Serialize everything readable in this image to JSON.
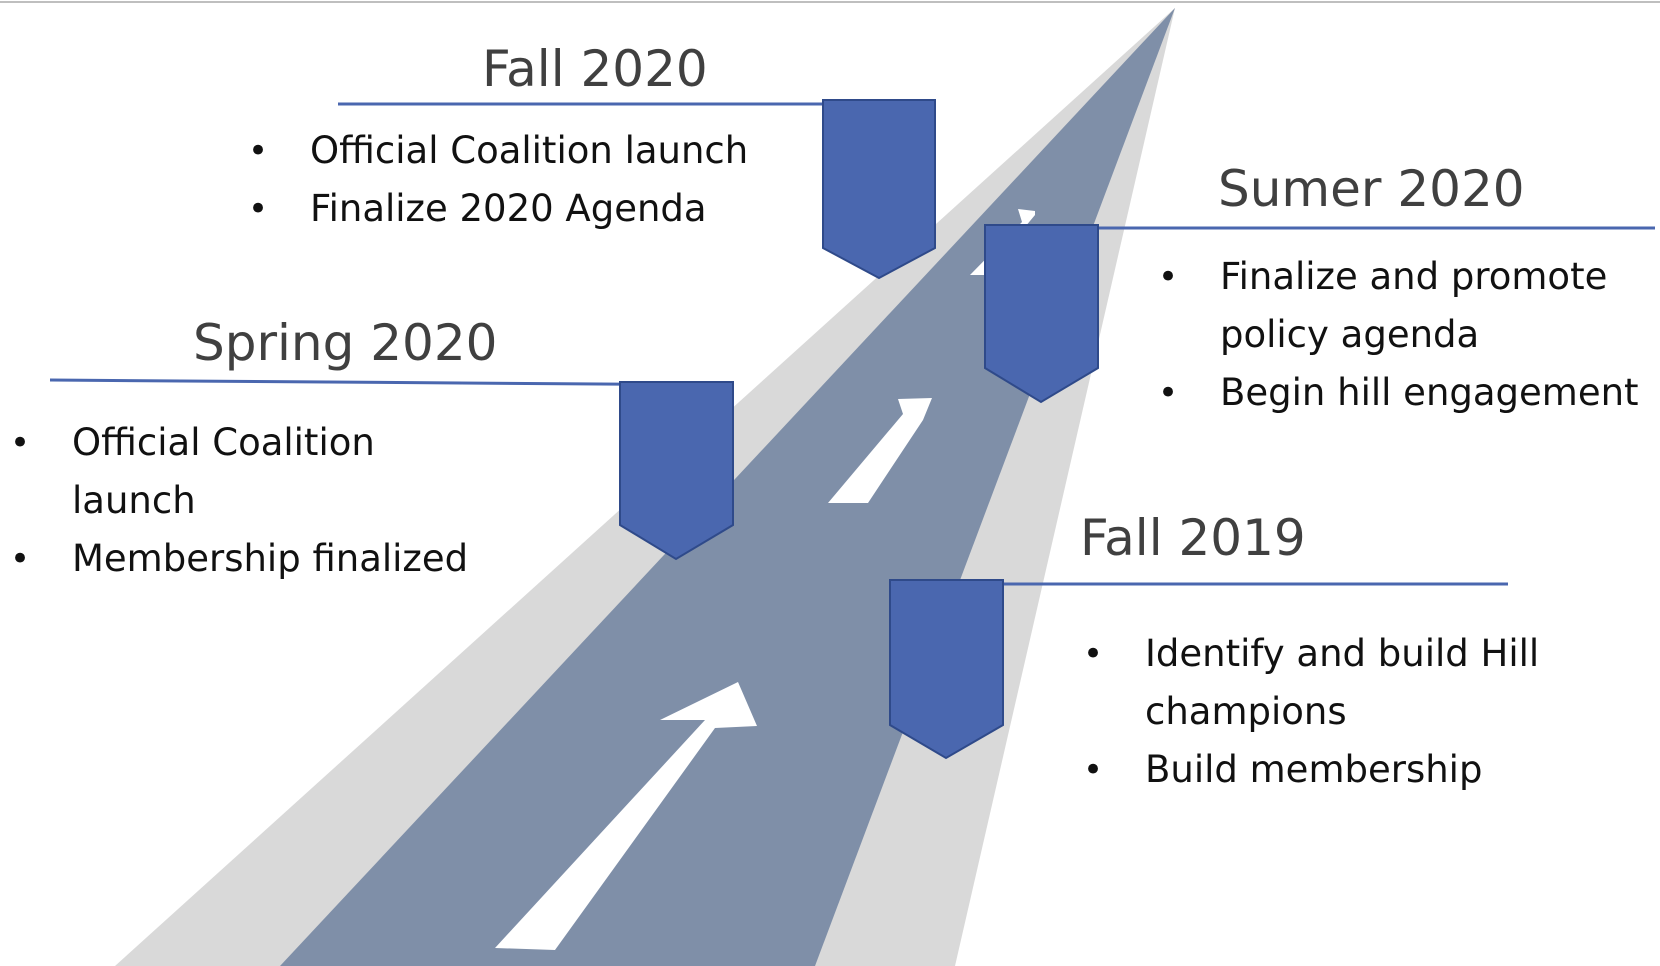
{
  "colors": {
    "road_outer": "#d9d9d9",
    "road_inner": "#7f8fa8",
    "marker_fill": "#4a67af",
    "marker_stroke": "#2f4a8a",
    "line": "#4a67af",
    "arrow": "#ffffff",
    "title_text": "#404040",
    "body_text": "#111111"
  },
  "phases": {
    "fall_2020": {
      "title": "Fall 2020",
      "items": [
        "Official Coalition launch",
        "Finalize 2020 Agenda"
      ]
    },
    "summer_2020": {
      "title": "Sumer 2020",
      "items": [
        "Finalize and promote policy agenda",
        "Begin hill engagement"
      ]
    },
    "spring_2020": {
      "title": "Spring 2020",
      "items": [
        "Official Coalition launch",
        "Membership finalized"
      ]
    },
    "fall_2019": {
      "title": "Fall 2019",
      "items": [
        "Identify and build Hill champions",
        "Build membership"
      ]
    }
  }
}
